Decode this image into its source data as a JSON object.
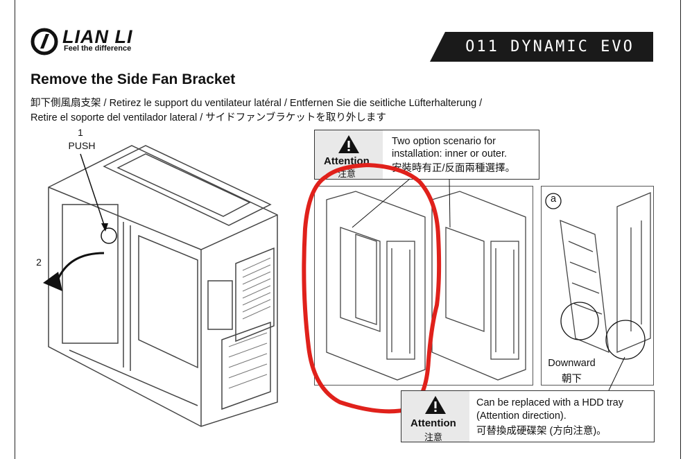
{
  "brand": {
    "name": "LIAN LI",
    "tagline": "Feel the difference",
    "model": "O11 DYNAMIC EVO"
  },
  "title": "Remove the Side Fan Bracket",
  "subtitle_line1": "卸下側風扇支架 / Retirez le support du ventilateur latéral / Entfernen Sie die seitliche Lüfterhalterung /",
  "subtitle_line2": "Retire el soporte del ventilador lateral / サイドファンブラケットを取り外します",
  "steps": {
    "step1_number": "1",
    "step1_label": "PUSH",
    "step2_number": "2"
  },
  "attention_top": {
    "word": "Attention",
    "word_cn": "注意",
    "line1": "Two option scenario for",
    "line2": "installation: inner or outer.",
    "line3": "安裝時有正/反面兩種選擇。"
  },
  "attention_bottom": {
    "word": "Attention",
    "word_cn": "注意",
    "line1": "Can be replaced with a HDD tray",
    "line2": "(Attention direction).",
    "line3": "可替換成硬碟架 (方向注意)。"
  },
  "detail_panel": {
    "marker": "a",
    "label": "Downward",
    "label_cn": "朝下"
  },
  "colors": {
    "annotation": "#e0211b",
    "band": "#1a1a1a",
    "attention_bg": "#e9e9e9",
    "line_art": "#444444"
  }
}
